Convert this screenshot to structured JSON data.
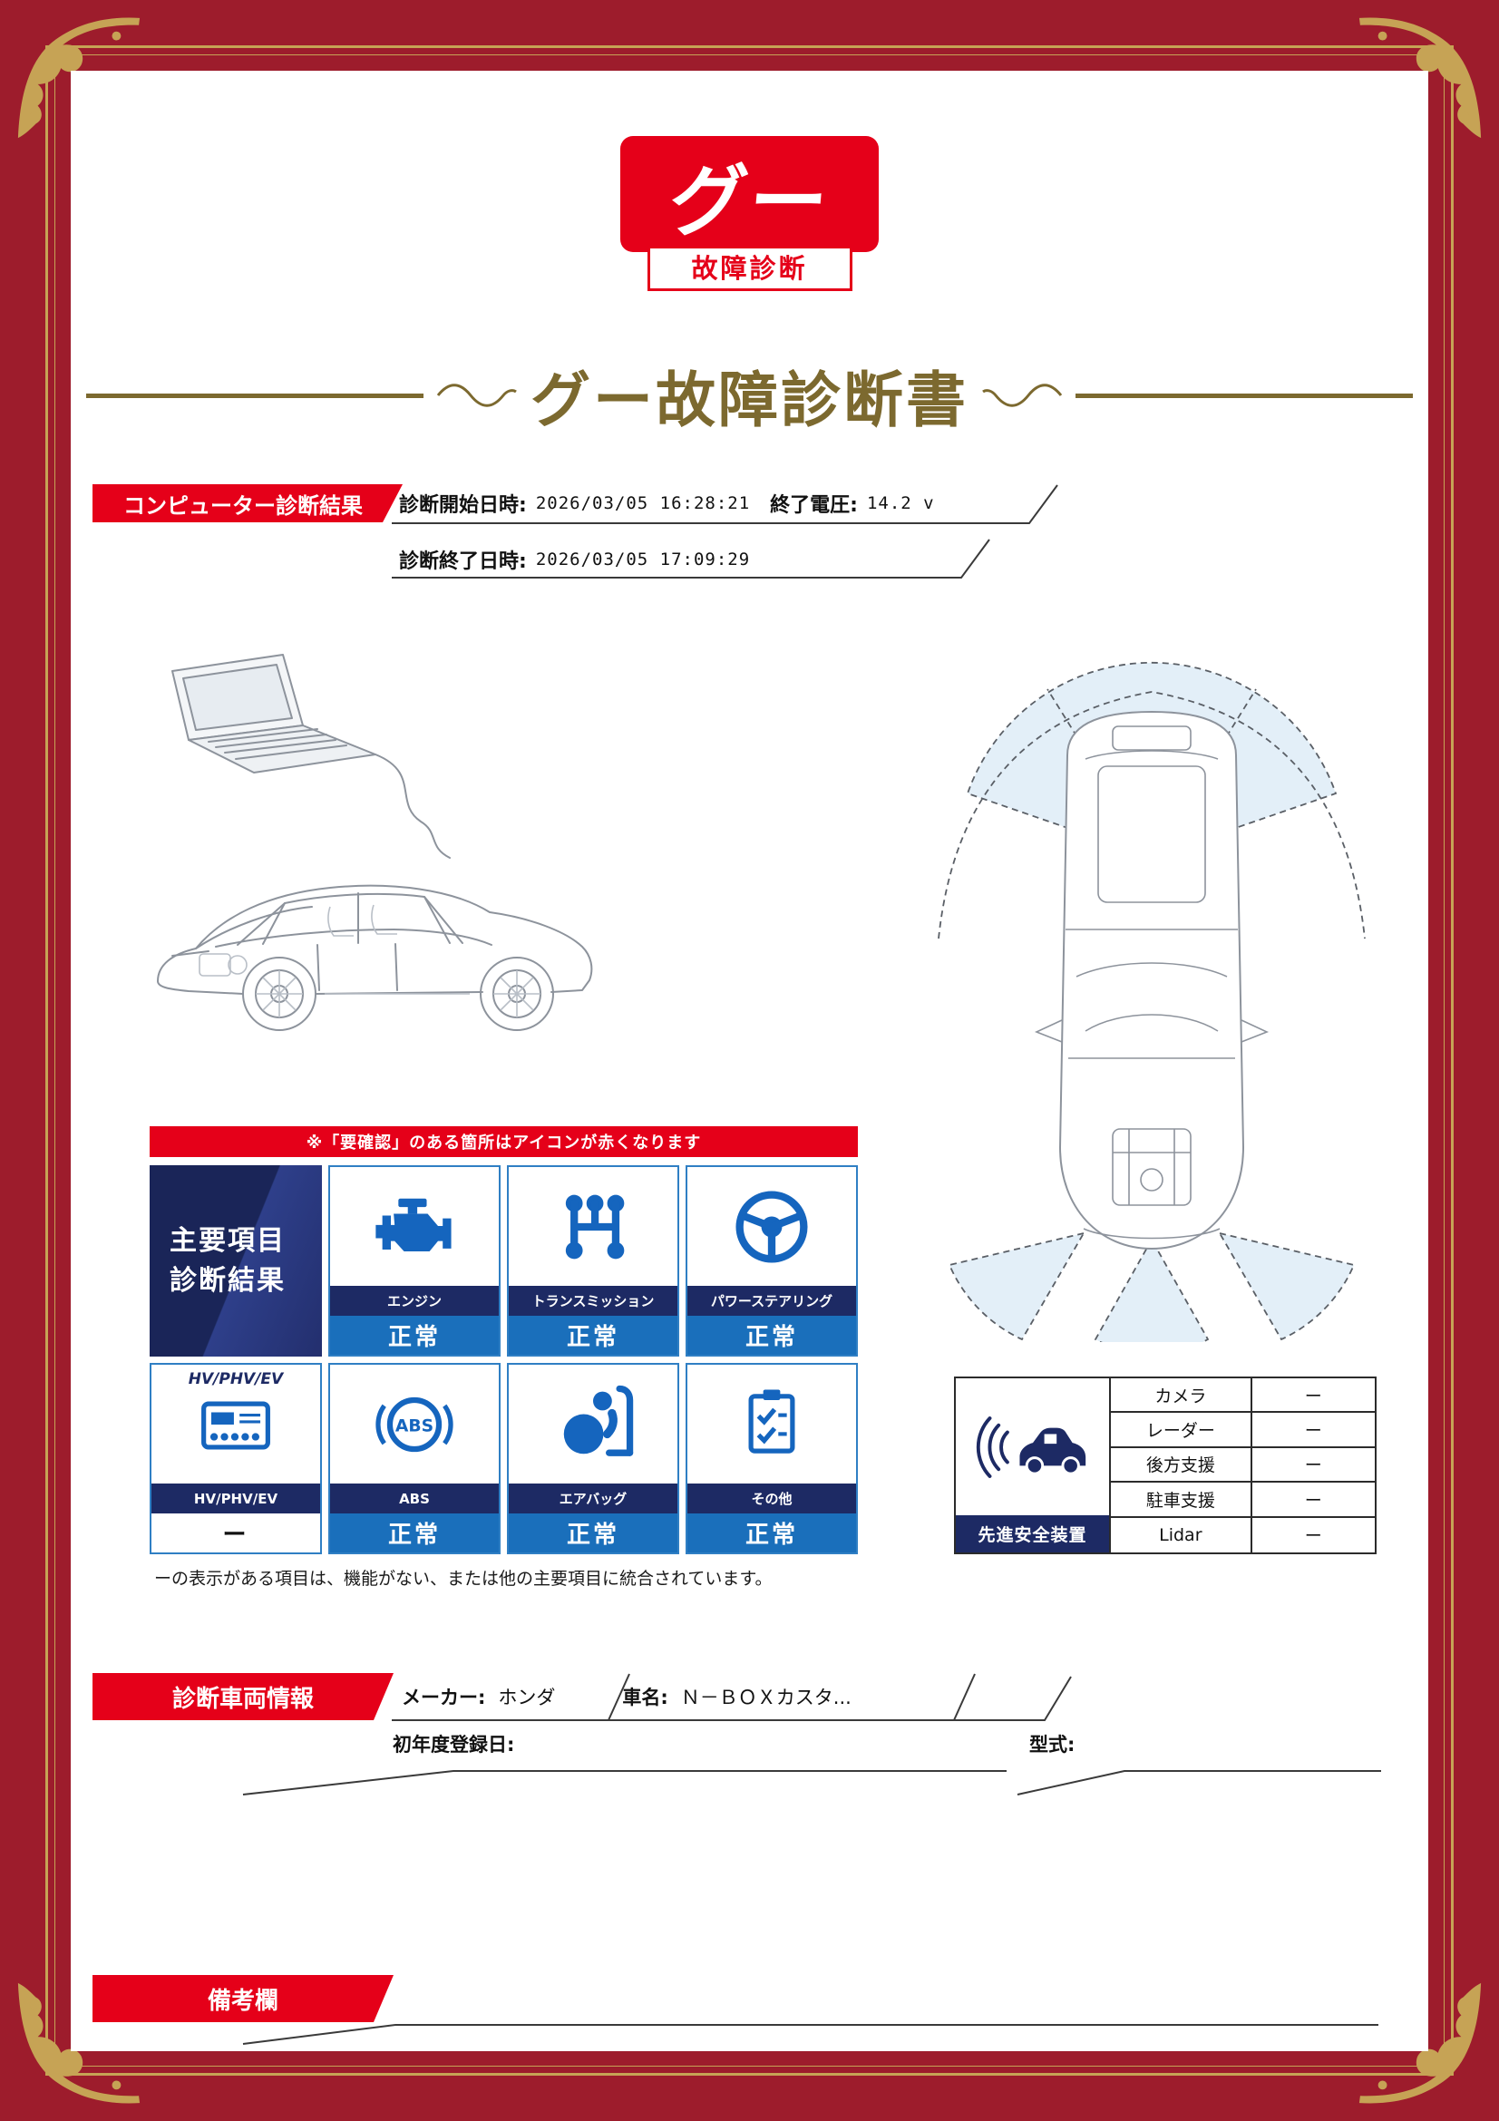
{
  "colors": {
    "frame_red": "#9d1c2c",
    "accent_red": "#e50019",
    "gold": "#c6a355",
    "title_brown": "#7c692f",
    "navy": "#1d2a64",
    "status_blue": "#1a6fbb",
    "icon_blue": "#1565be"
  },
  "logo": {
    "main": "グー",
    "sub": "故障診断"
  },
  "title": "グー故障診断書",
  "computer_diagnosis": {
    "header": "コンピューター診断結果",
    "start_label": "診断開始日時:",
    "start_value": "2026/03/05 16:28:21",
    "voltage_label": "終了電圧:",
    "voltage_value": "14.2 v",
    "end_label": "診断終了日時:",
    "end_value": "2026/03/05 17:09:29"
  },
  "notice": "※「要確認」のある箇所はアイコンが赤くなります",
  "main_results": {
    "header_line1": "主要項目",
    "header_line2": "診断結果",
    "abs_icon_text": "ABS",
    "items": [
      {
        "label": "エンジン",
        "status": "正常"
      },
      {
        "label": "トランスミッション",
        "status": "正常"
      },
      {
        "label": "パワーステアリング",
        "status": "正常"
      },
      {
        "overlay": "HV/PHV/EV",
        "label": "HV/PHV/EV",
        "status": "ー"
      },
      {
        "label": "ABS",
        "status": "正常"
      },
      {
        "label": "エアバッグ",
        "status": "正常"
      },
      {
        "label": "その他",
        "status": "正常"
      }
    ],
    "footnote": "ーの表示がある項目は、機能がない、または他の主要項目に統合されています。"
  },
  "advanced_safety": {
    "label": "先進安全装置",
    "rows": [
      {
        "name": "カメラ",
        "value": "ー"
      },
      {
        "name": "レーダー",
        "value": "ー"
      },
      {
        "name": "後方支援",
        "value": "ー"
      },
      {
        "name": "駐車支援",
        "value": "ー"
      },
      {
        "name": "Lidar",
        "value": "ー"
      }
    ]
  },
  "vehicle_info": {
    "header": "診断車両情報",
    "maker_label": "メーカー:",
    "maker_value": "ホンダ",
    "car_name_label": "車名:",
    "car_name_value": "Ｎ－ＢＯＸカスタ...",
    "first_registration_label": "初年度登録日:",
    "model_label": "型式:"
  },
  "remarks": {
    "header": "備考欄"
  }
}
